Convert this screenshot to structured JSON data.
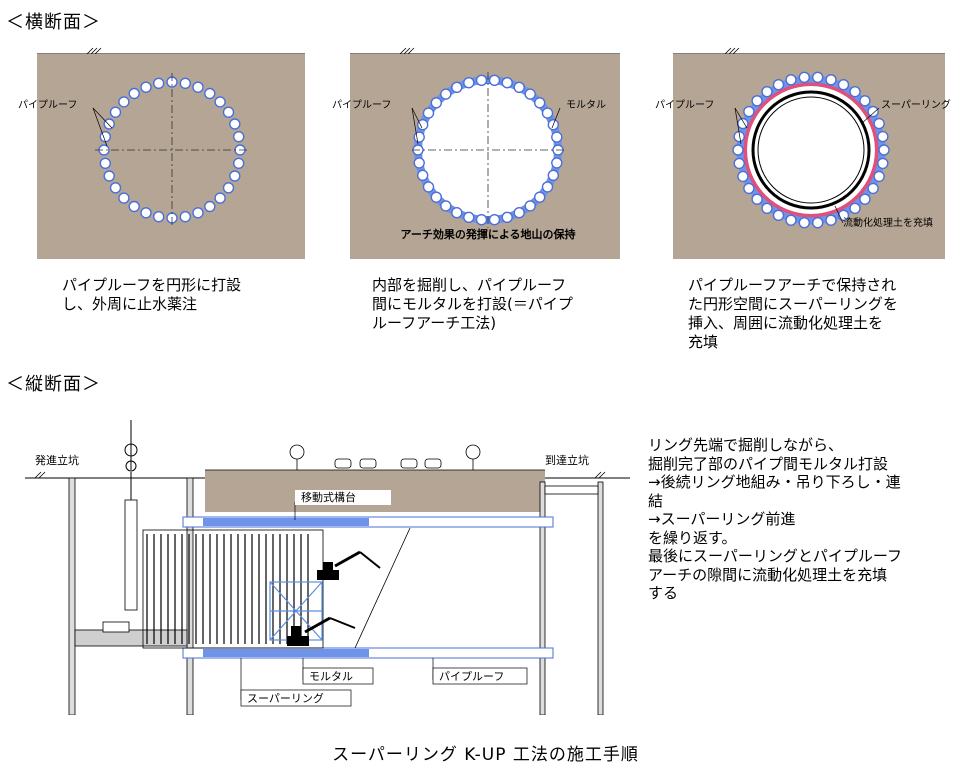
{
  "sections": {
    "cross_title": "＜横断面＞",
    "long_title": "＜縦断面＞"
  },
  "cross": {
    "panel1": {
      "labels": {
        "pipe_roof": "パイプルーフ"
      },
      "caption": "パイプルーフを円形に打設\nし、外周に止水薬注"
    },
    "panel2": {
      "labels": {
        "pipe_roof": "パイプルーフ",
        "mortar": "モルタル",
        "arch": "アーチ効果の発揮による地山の保持"
      },
      "caption": "内部を掘削し、パイプルーフ\n間にモルタルを打設(＝パイプ\nルーフアーチ工法)"
    },
    "panel3": {
      "labels": {
        "pipe_roof": "パイプルーフ",
        "super_ring": "スーパーリング",
        "fill": "流動化処理土を充填"
      },
      "caption": "パイプルーフアーチで保持され\nた円形空間にスーパーリングを\n挿入、周囲に流動化処理土を\n充填"
    }
  },
  "longitudinal": {
    "labels": {
      "start_shaft": "発進立坑",
      "end_shaft": "到達立坑",
      "mobile_platform": "移動式構台",
      "mortar": "モルタル",
      "pipe_roof": "パイプルーフ",
      "super_ring": "スーパーリング"
    },
    "description": "リング先端で掘削しながら、\n掘削完了部のパイプ間モルタル打設\n→後続リング地組み・吊り下ろし・連\n結\n→スーパーリング前進\nを繰り返す。\n最後にスーパーリングとパイプルーフ\nアーチの隙間に流動化処理土を充填\nする"
  },
  "figure_title": "スーパーリング K-UP 工法の施工手順",
  "colors": {
    "soil": "#b5a594",
    "pipe_blue": "#4a6fd8",
    "ring_red": "#e0507a",
    "mortar_blue": "#6f93e8",
    "line": "#000000"
  }
}
